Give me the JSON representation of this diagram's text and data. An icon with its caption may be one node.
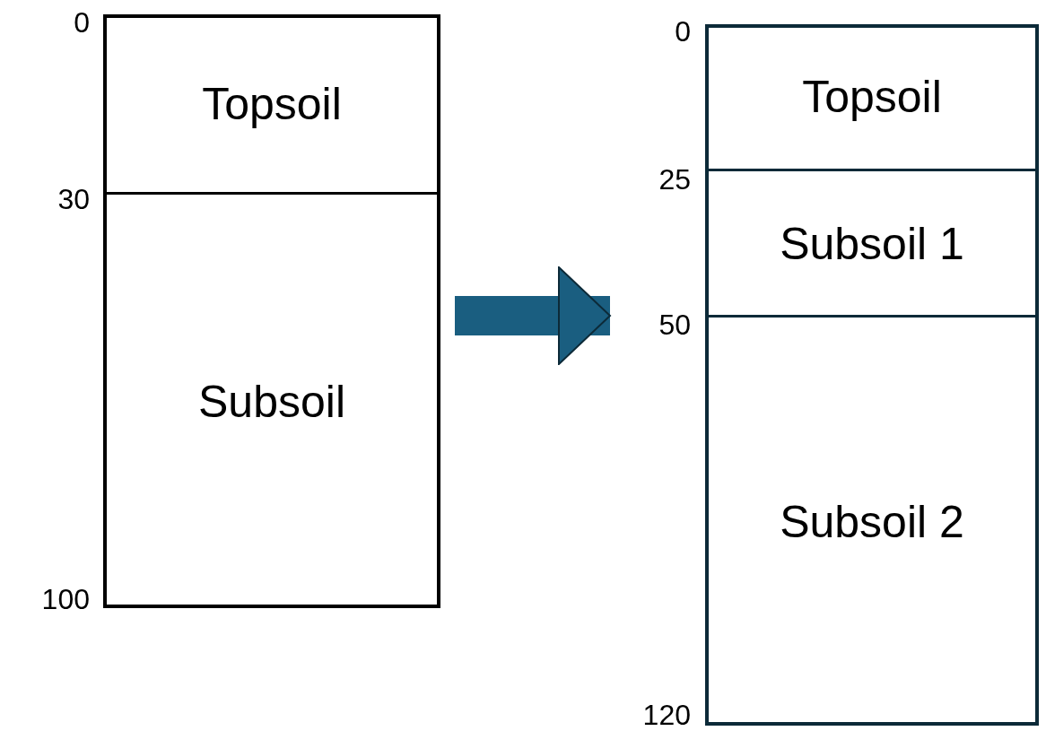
{
  "diagram": {
    "nodes": [
      {
        "text": [],
        "shape": "box"
      },
      {
        "text": [
          "Topsoil"
        ],
        "in": 0
      },
      {
        "text": [
          "Subsoil"
        ],
        "in": 0
      },
      {
        "text": [],
        "shape": "box"
      },
      {
        "text": [
          "Topsoil"
        ],
        "in": 3
      },
      {
        "text": [
          "Subsoil 1"
        ],
        "in": 3
      },
      {
        "text": [
          "Subsoil 2"
        ],
        "in": 3
      }
    ],
    "edges": [
      {
        "from": 0,
        "to": 3,
        "arrow": "to"
      }
    ],
    "labels": [
      "0",
      "30",
      "100",
      "0",
      "25",
      "50",
      "120"
    ]
  }
}
